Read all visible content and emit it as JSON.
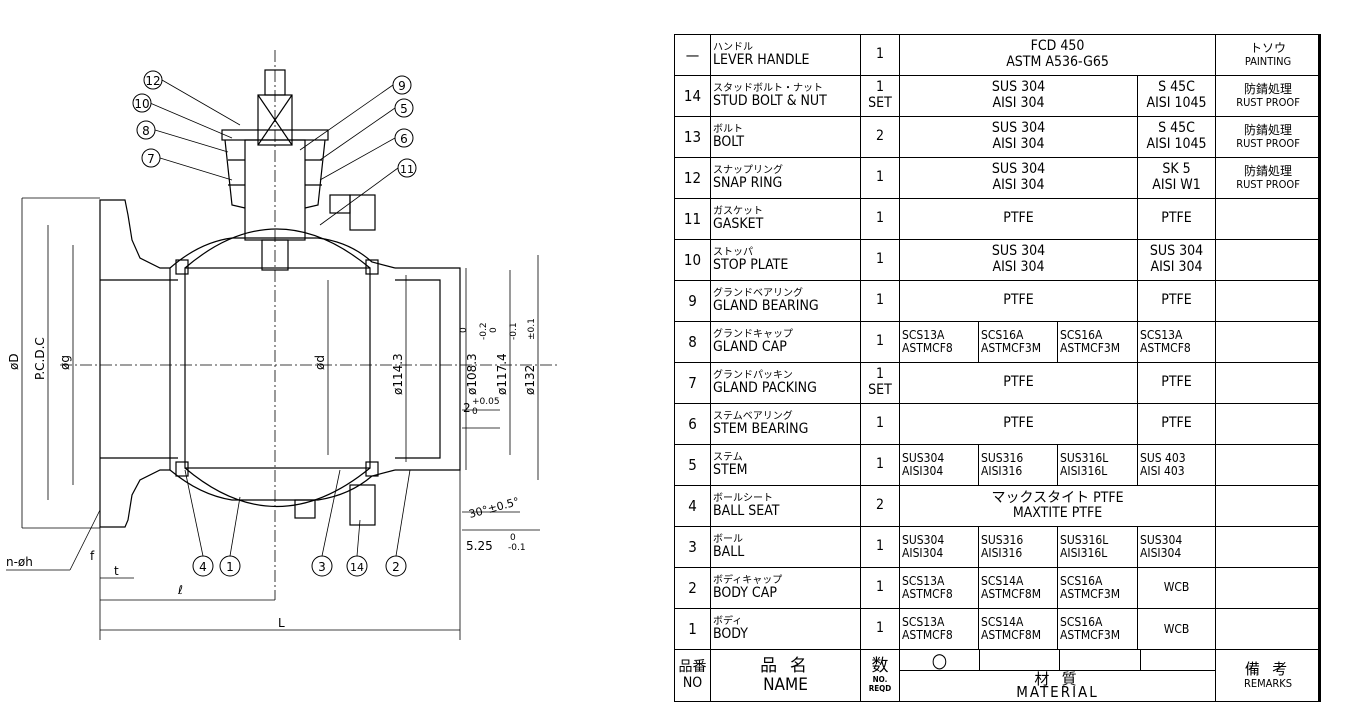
{
  "drawing": {
    "balloons": [
      "12",
      "10",
      "8",
      "7",
      "9",
      "5",
      "6",
      "11",
      "4",
      "1",
      "3",
      "14",
      "2"
    ],
    "dims": {
      "od": "øD",
      "pcd": "P.C.D.C",
      "og": "øg",
      "odd": "ød",
      "d1143": "ø114.3",
      "d1083": "ø108.3",
      "d1083tol_top": "0",
      "d1083tol_bot": "-0.2",
      "d1174": "ø117.4",
      "d1174tol_top": "0",
      "d1174tol_bot": "-0.1",
      "d132": "ø132",
      "d132tol": "±0.1",
      "t2": "2",
      "t2tol_top": "+0.05",
      "t2tol_bot": "0",
      "ang": "30°±0.5°",
      "d525": "5.25",
      "d525tol_top": "0",
      "d525tol_bot": "-0.1",
      "nh": "n-øh",
      "f": "f",
      "t": "t",
      "l": "ℓ",
      "L": "L"
    }
  },
  "bom": {
    "rows": [
      {
        "no": "—",
        "jp": "ハンドル",
        "en": "LEVER  HANDLE",
        "qty": "1",
        "mat_span": "FCD  450|ASTM  A536-G65",
        "rm_jp": "トソウ",
        "rm_en": "PAINTING"
      },
      {
        "no": "14",
        "jp": "スタッドボルト・ナット",
        "en": "STUD BOLT & NUT",
        "qty": "1|SET",
        "mat_main": "SUS 304|AISI 304",
        "mat4": "S 45C|AISI 1045",
        "rm_jp": "防錆処理",
        "rm_en": "RUST PROOF"
      },
      {
        "no": "13",
        "jp": "ボルト",
        "en": "BOLT",
        "qty": "2",
        "mat_main": "SUS 304|AISI 304",
        "mat4": "S 45C|AISI 1045",
        "rm_jp": "防錆処理",
        "rm_en": "RUST PROOF"
      },
      {
        "no": "12",
        "jp": "スナップリング",
        "en": "SNAP  RING",
        "qty": "1",
        "mat_main": "SUS 304|AISI 304",
        "mat4": "SK 5|AISI W1",
        "rm_jp": "防錆処理",
        "rm_en": "RUST PROOF"
      },
      {
        "no": "11",
        "jp": "ガスケット",
        "en": "GASKET",
        "qty": "1",
        "mat_main": "PTFE",
        "mat4": "PTFE",
        "rm_jp": "",
        "rm_en": ""
      },
      {
        "no": "10",
        "jp": "ストッパ",
        "en": "STOP  PLATE",
        "qty": "1",
        "mat_main": "SUS 304|AISI 304",
        "mat4": "SUS 304|AISI 304",
        "rm_jp": "",
        "rm_en": ""
      },
      {
        "no": "9",
        "jp": "グランドベアリング",
        "en": "GLAND  BEARING",
        "qty": "1",
        "mat_main": "PTFE",
        "mat4": "PTFE",
        "rm_jp": "",
        "rm_en": ""
      },
      {
        "no": "8",
        "jp": "グランドキャップ",
        "en": "GLAND  CAP",
        "qty": "1",
        "m1": "SCS13A|ASTMCF8",
        "m2": "SCS16A|ASTMCF3M",
        "m3": "SCS16A|ASTMCF3M",
        "m4": "SCS13A|ASTMCF8",
        "rm_jp": "",
        "rm_en": ""
      },
      {
        "no": "7",
        "jp": "グランドパッキン",
        "en": "GLAND PACKING",
        "qty": "1|SET",
        "mat_main": "PTFE",
        "mat4": "PTFE",
        "rm_jp": "",
        "rm_en": ""
      },
      {
        "no": "6",
        "jp": "ステムベアリング",
        "en": "STEM BEARING",
        "qty": "1",
        "mat_main": "PTFE",
        "mat4": "PTFE",
        "rm_jp": "",
        "rm_en": ""
      },
      {
        "no": "5",
        "jp": "ステム",
        "en": "STEM",
        "qty": "1",
        "m1": "SUS304|AISI304",
        "m2": "SUS316|AISI316",
        "m3": "SUS316L|AISI316L",
        "m4": "SUS 403|AISI 403",
        "rm_jp": "",
        "rm_en": ""
      },
      {
        "no": "4",
        "jp": "ボールシート",
        "en": "BALL SEAT",
        "qty": "2",
        "mat_span": "マックスタイト PTFE|MAXTITE PTFE",
        "rm_jp": "",
        "rm_en": ""
      },
      {
        "no": "3",
        "jp": "ボール",
        "en": "BALL",
        "qty": "1",
        "m1": "SUS304|AISI304",
        "m2": "SUS316|AISI316",
        "m3": "SUS316L|AISI316L",
        "m4": "SUS304|AISI304",
        "rm_jp": "",
        "rm_en": ""
      },
      {
        "no": "2",
        "jp": "ボディキャップ",
        "en": "BODY CAP",
        "qty": "1",
        "m1": "SCS13A|ASTMCF8",
        "m2": "SCS14A|ASTMCF8M",
        "m3": "SCS16A|ASTMCF3M",
        "m4": "WCB",
        "rm_jp": "",
        "rm_en": ""
      },
      {
        "no": "1",
        "jp": "ボディ",
        "en": "BODY",
        "qty": "1",
        "m1": "SCS13A|ASTMCF8",
        "m2": "SCS14A|ASTMCF8M",
        "m3": "SCS16A|ASTMCF3M",
        "m4": "WCB",
        "rm_jp": "",
        "rm_en": ""
      }
    ],
    "header": {
      "no_jp": "品番",
      "no_en": "NO",
      "name_jp": "品 名",
      "name_en": "NAME",
      "qty_jp": "数",
      "qty_en1": "NO.",
      "qty_en2": "REQD",
      "mark": "○",
      "mat_jp": "材 質",
      "mat_en": "MATERIAL",
      "rm_jp": "備 考",
      "rm_en": "REMARKS"
    }
  }
}
